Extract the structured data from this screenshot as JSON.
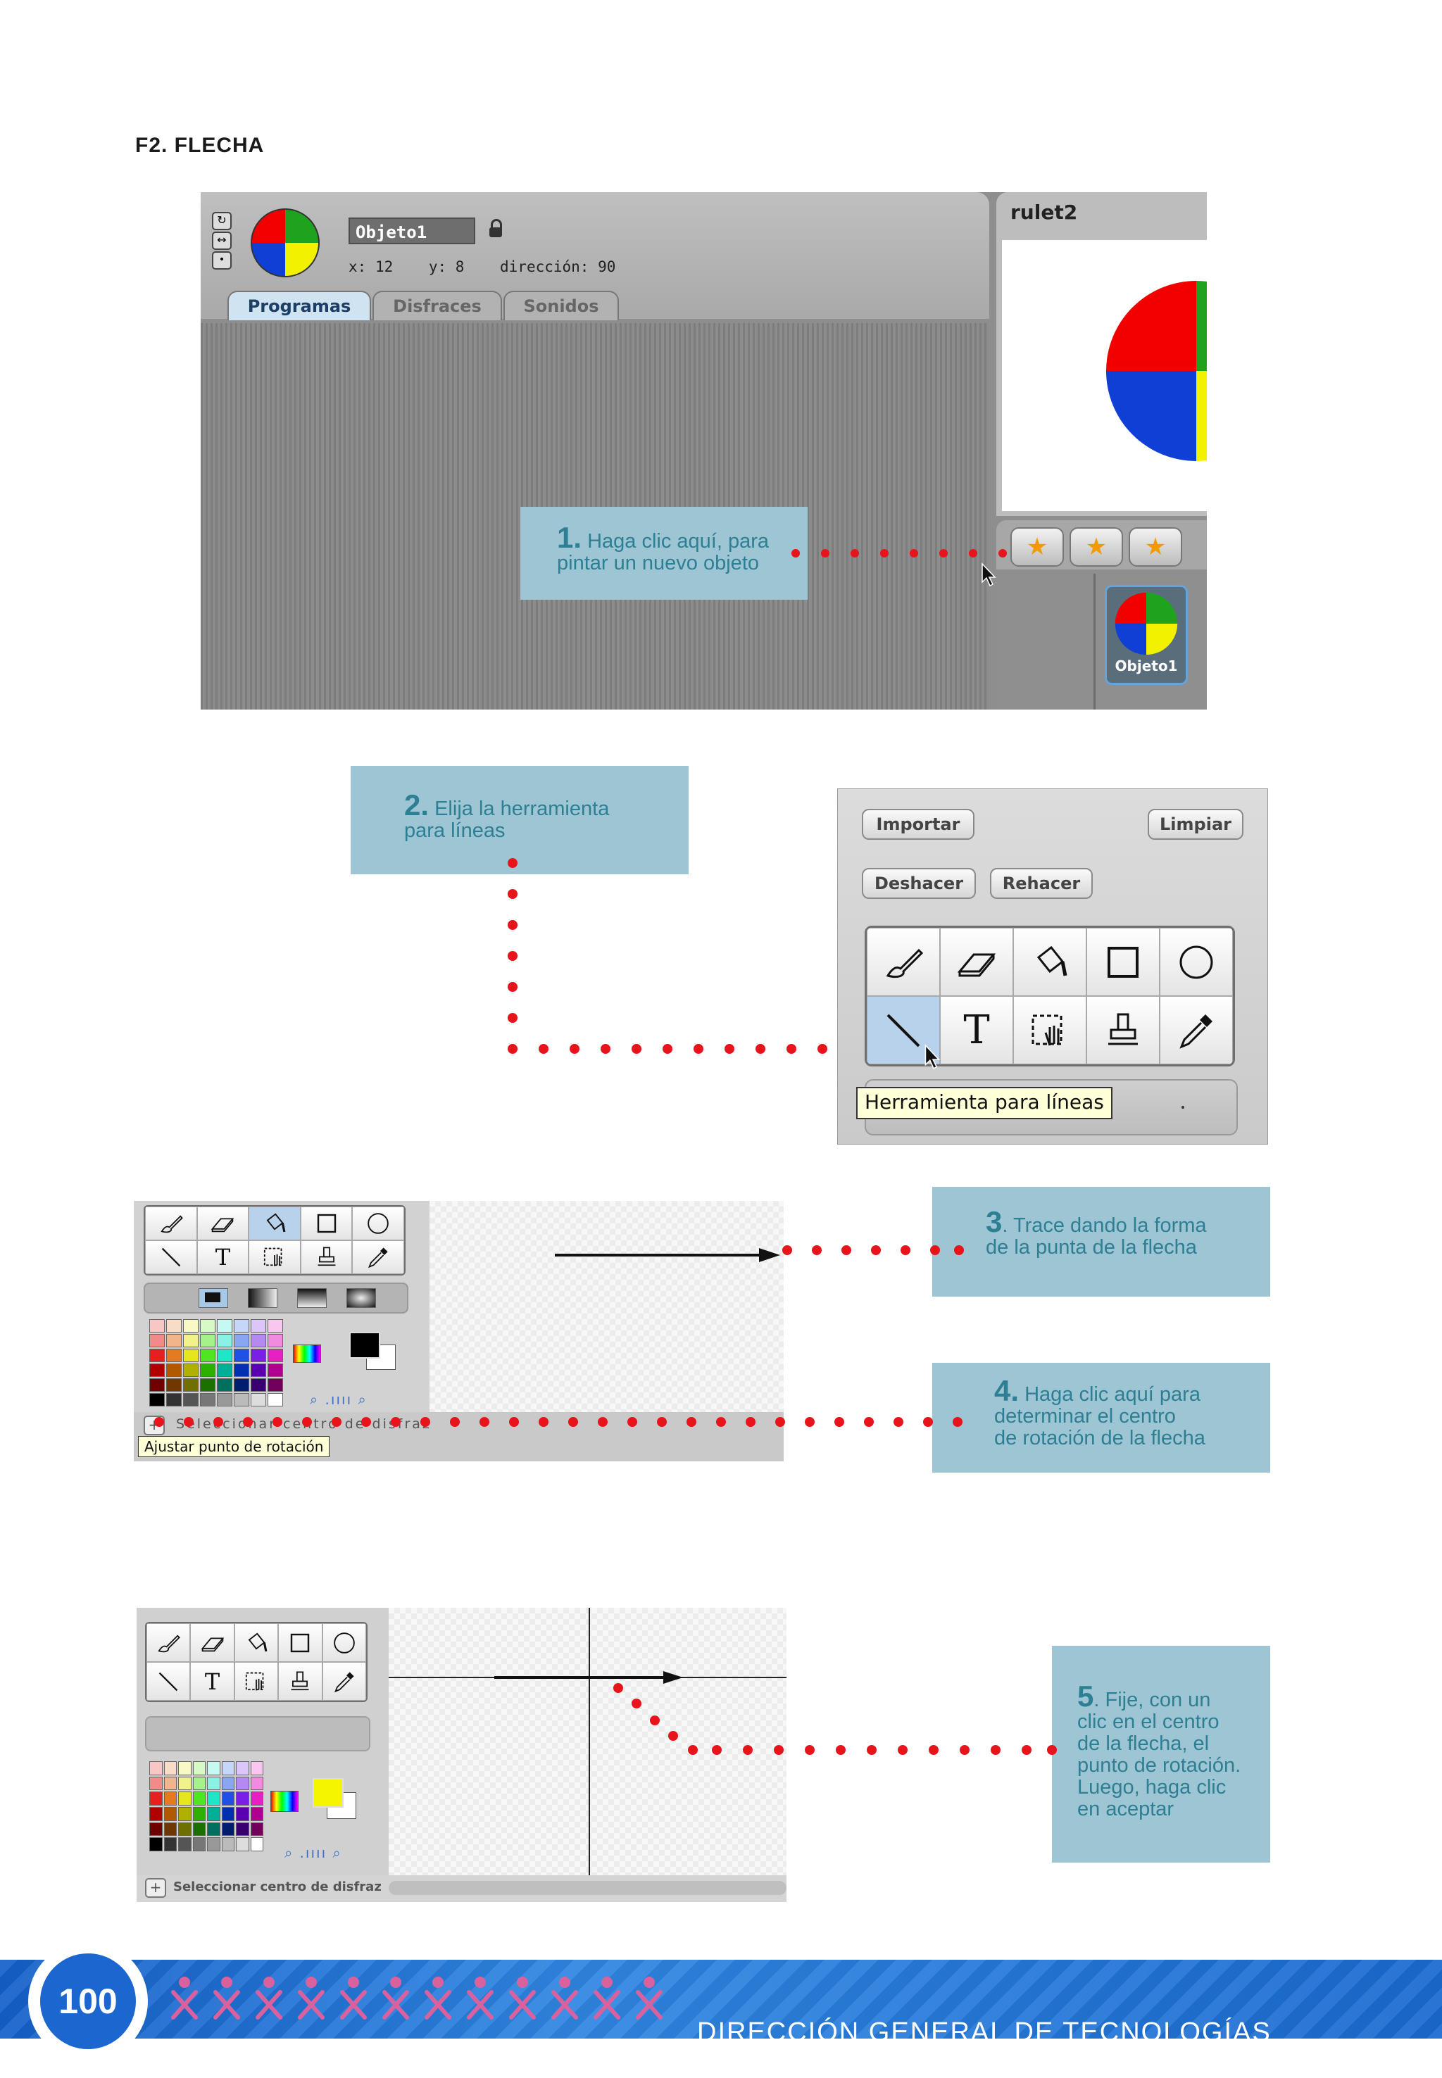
{
  "section_title": "F2. FLECHA",
  "colors": {
    "callout_bg": "#9ec5d3",
    "callout_text": "#2d7f93",
    "dots": "#e8141c",
    "footer_blue": "#1b66cf"
  },
  "screen1": {
    "object_name": "Objeto1",
    "x_label": "x:",
    "x_value": "12",
    "y_label": "y:",
    "y_value": "8",
    "direction_label": "dirección:",
    "direction_value": "90",
    "tabs": [
      {
        "label": "Programas",
        "active": true
      },
      {
        "label": "Disfraces",
        "active": false
      },
      {
        "label": "Sonidos",
        "active": false
      }
    ],
    "stage_title": "rulet2",
    "sprite_label": "Objeto1",
    "icons": [
      "rotate-all-icon",
      "left-right-icon",
      "no-rotate-icon",
      "lock-icon",
      "paint-sprite-icon",
      "folder-sprite-icon",
      "surprise-sprite-icon",
      "cursor-icon"
    ]
  },
  "callouts": [
    {
      "num": "1.",
      "text_lines": [
        "Haga clic aquí, para",
        "pintar un nuevo objeto"
      ]
    },
    {
      "num": "2.",
      "text_lines": [
        "Elija la herramienta",
        "para líneas"
      ]
    },
    {
      "num": "3",
      "text_lines": [
        ". Trace dando la forma",
        "de la punta de la flecha"
      ]
    },
    {
      "num": "4.",
      "text_lines": [
        "Haga clic aquí para",
        "determinar el centro",
        "de rotación de la flecha"
      ]
    },
    {
      "num": "5",
      "text_lines": [
        ". Fije, con un",
        "clic en el centro",
        "de la flecha, el",
        "punto de rotación.",
        "Luego, haga clic",
        "en aceptar"
      ]
    }
  ],
  "paint_editor": {
    "import_button": "Importar",
    "clear_button": "Limpiar",
    "undo_button": "Deshacer",
    "redo_button": "Rehacer",
    "tooltip": "Herramienta para líneas",
    "tools": [
      "paintbrush-icon",
      "eraser-icon",
      "fill-bucket-icon",
      "rectangle-icon",
      "ellipse-icon",
      "line-icon",
      "text-icon",
      "select-icon",
      "stamp-icon",
      "eyedropper-icon"
    ]
  },
  "screen3": {
    "center_label": "Seleccionar centro de disfraz",
    "tooltip": "Ajustar punto de rotación"
  },
  "screen4": {
    "center_label": "Seleccionar centro de disfraz"
  },
  "footer": {
    "page_number": "100",
    "org_text": "DIRECCIÓN GENERAL DE TECNOLOGÍAS EDUCATIVAS"
  }
}
